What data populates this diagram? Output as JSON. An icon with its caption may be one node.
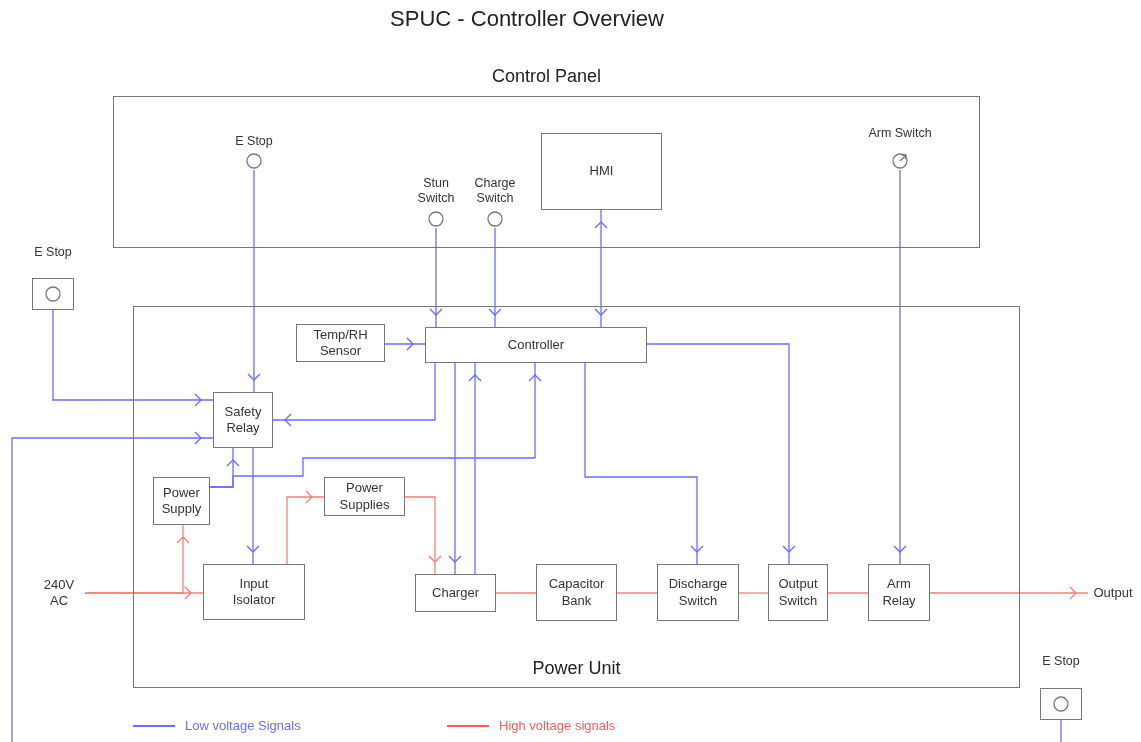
{
  "diagram": {
    "title": "SPUC - Controller Overview",
    "nodes": [
      {
        "text": [
          "Control Panel"
        ]
      },
      {
        "text": [
          "E Stop"
        ],
        "in": 0
      },
      {
        "text": [
          "Stun Switch"
        ],
        "in": 0
      },
      {
        "text": [
          "Charge Switch"
        ],
        "in": 0
      },
      {
        "text": [
          "HMI"
        ],
        "in": 0
      },
      {
        "text": [
          "Arm Switch"
        ],
        "in": 0
      },
      {
        "text": [
          "E Stop"
        ]
      },
      {
        "text": [
          "Power Unit"
        ]
      },
      {
        "text": [
          "Temp/RH Sensor"
        ],
        "in": 7
      },
      {
        "text": [
          "Controller"
        ],
        "in": 7
      },
      {
        "text": [
          "Safety Relay"
        ],
        "in": 7
      },
      {
        "text": [
          "Power Supply"
        ],
        "in": 7
      },
      {
        "text": [
          "Power Supplies"
        ],
        "in": 7
      },
      {
        "text": [
          "Input Isolator"
        ],
        "in": 7
      },
      {
        "text": [
          "Charger"
        ],
        "in": 7
      },
      {
        "text": [
          "Capacitor Bank"
        ],
        "in": 7
      },
      {
        "text": [
          "Discharge Switch"
        ],
        "in": 7
      },
      {
        "text": [
          "Output Switch"
        ],
        "in": 7
      },
      {
        "text": [
          "Arm Relay"
        ],
        "in": 7
      },
      {
        "text": [
          "240V AC"
        ]
      },
      {
        "text": [
          "Output"
        ]
      },
      {
        "text": [
          "E Stop"
        ]
      }
    ],
    "edges": [
      {
        "from": 1,
        "to": 10,
        "arrow": "to"
      },
      {
        "from": 6,
        "to": 10,
        "arrow": "to"
      },
      {
        "from": null,
        "to": 10,
        "arrow": "to"
      },
      {
        "from": 21,
        "to": null,
        "arrow": "none"
      },
      {
        "from": 2,
        "to": 9,
        "arrow": "to"
      },
      {
        "from": 3,
        "to": 9,
        "arrow": "to"
      },
      {
        "from": 4,
        "to": 9,
        "arrow": "both"
      },
      {
        "from": 5,
        "to": 18,
        "arrow": "to"
      },
      {
        "from": 8,
        "to": 9,
        "arrow": "to"
      },
      {
        "from": 9,
        "to": 10,
        "arrow": "to"
      },
      {
        "from": 11,
        "to": 10,
        "arrow": "to"
      },
      {
        "from": 11,
        "to": 9,
        "arrow": "to"
      },
      {
        "from": 10,
        "to": 13,
        "arrow": "to"
      },
      {
        "from": 9,
        "to": 14,
        "arrow": "to"
      },
      {
        "from": 14,
        "to": 9,
        "arrow": "to"
      },
      {
        "from": 9,
        "to": 16,
        "arrow": "to"
      },
      {
        "from": 9,
        "to": 17,
        "arrow": "to"
      },
      {
        "from": 19,
        "to": 13,
        "arrow": "to",
        "color": "#ff7b7b"
      },
      {
        "from": 19,
        "to": 11,
        "arrow": "to",
        "color": "#ff7b7b"
      },
      {
        "from": 13,
        "to": 12,
        "arrow": "to",
        "color": "#ff7b7b"
      },
      {
        "from": 12,
        "to": 14,
        "arrow": "to",
        "color": "#ff7b7b"
      },
      {
        "from": 14,
        "to": 15,
        "arrow": "none",
        "color": "#ff7b7b"
      },
      {
        "from": 15,
        "to": 16,
        "arrow": "none",
        "color": "#ff7b7b"
      },
      {
        "from": 16,
        "to": 17,
        "arrow": "none",
        "color": "#ff7b7b"
      },
      {
        "from": 17,
        "to": 18,
        "arrow": "none",
        "color": "#ff7b7b"
      },
      {
        "from": 18,
        "to": 20,
        "arrow": "to",
        "color": "#ff7b7b"
      }
    ],
    "legend": [
      {
        "text": "Low voltage Signals",
        "color": "#6b6bff"
      },
      {
        "text": "High voltage signals",
        "color": "#ff5b5b"
      }
    ]
  }
}
